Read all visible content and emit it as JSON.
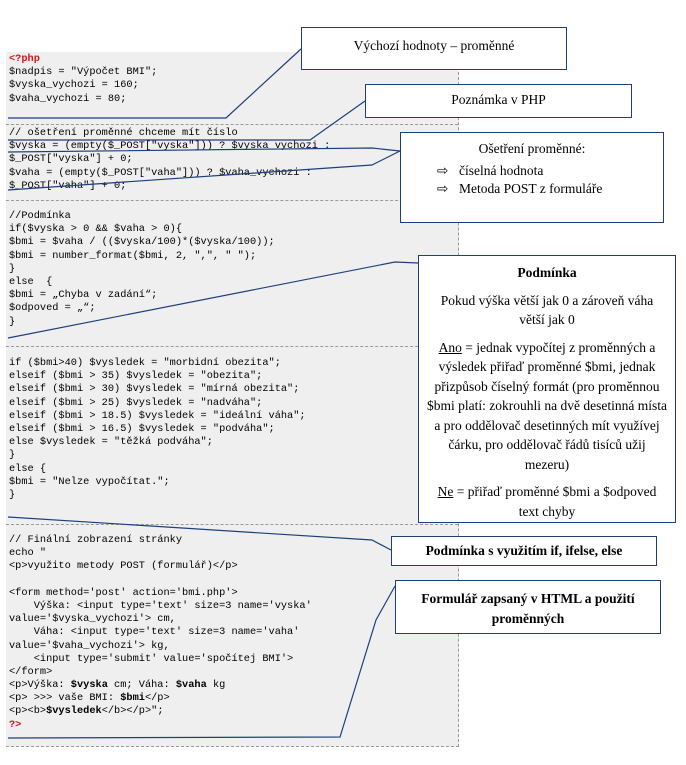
{
  "code": {
    "block1": [
      "<?php",
      "$nadpis = \"Výpočet BMI\";",
      "$vyska_vychozi = 160;",
      "$vaha_vychozi = 80;"
    ],
    "block2": [
      "// ošetření proměnné chceme mít číslo",
      "$vyska = (empty($_POST[\"vyska\"])) ? $vyska_vychozi :",
      "$_POST[\"vyska\"] + 0;",
      "$vaha = (empty($_POST[\"vaha\"])) ? $vaha_vychozi :",
      "$_POST[\"vaha\"] + 0;"
    ],
    "block3": [
      "//Podmínka",
      "if($vyska > 0 && $vaha > 0){",
      "$bmi = $vaha / (($vyska/100)*($vyska/100));",
      "$bmi = number_format($bmi, 2, \",\", \" \");",
      "}",
      "else  {",
      "$bmi = „Chyba v zadání“;",
      "$odpoved = „“;",
      "}"
    ],
    "block4": [
      "if ($bmi>40) $vysledek = \"morbidní obezita\";",
      "elseif ($bmi > 35) $vysledek = \"obezita\";",
      "elseif ($bmi > 30) $vysledek = \"mírná obezita\";",
      "elseif ($bmi > 25) $vysledek = \"nadváha\";",
      "elseif ($bmi > 18.5) $vysledek = \"ideální váha\";",
      "elseif ($bmi > 16.5) $vysledek = \"podváha\";",
      "else $vysledek = \"těžká podváha\";",
      "}",
      "else {",
      "$bmi = \"Nelze vypočítat.\";",
      "}"
    ],
    "block5": [
      "// Finální zobrazení stránky",
      "echo \"",
      "<p>využito metody POST (formulář)</p>",
      "",
      "<form method='post' action='bmi.php'>",
      "    Výška: <input type='text' size=3 name='vyska'",
      "value='$vyska_vychozi'> cm,",
      "    Váha: <input type='text' size=3 name='vaha'",
      "value='$vaha_vychozi'> kg,",
      "    <input type='submit' value='spočítej BMI'>",
      "</form>"
    ],
    "block5_bold_lines": {
      "l1_pre": "<p>Výška: ",
      "l1_b1": "$vyska",
      "l1_mid": " cm; Váha: ",
      "l1_b2": "$vaha",
      "l1_post": " kg",
      "l2_pre": "<p> >>> vaše BMI: ",
      "l2_b": "$bmi",
      "l2_post": "</p>",
      "l3_pre": "<p><b>",
      "l3_b": "$vysledek",
      "l3_post": "</b></p>\";"
    },
    "close_tag": "?>"
  },
  "callouts": {
    "defaults": {
      "title": "Výchozí hodnoty – proměnné"
    },
    "comment": {
      "title": "Poznámka v PHP"
    },
    "sanitize": {
      "title": "Ošetření proměnné:",
      "items": [
        "číselná hodnota",
        "Metoda POST z formuláře"
      ]
    },
    "condition": {
      "title": "Podmínka",
      "p1": "Pokud výška větší jak 0 a zároveň váha větší jak 0",
      "ano_label": "Ano",
      "ano_text": " = jednak vypočítej z proměnných a výsledek přiřaď proměnné $bmi, jednak přizpůsob číselný formát (pro proměnnou $bmi platí: zokrouhli na dvě desetinná místa a pro oddělovač desetinných mít využívej čárku, pro oddělovač řádů tisíců užij mezeru)",
      "ne_label": "Ne",
      "ne_text": " = přiřaď proměnné $bmi a $odpoved text chyby"
    },
    "ifelse": {
      "title": "Podmínka s využitím if, ifelse, else"
    },
    "form": {
      "title": "Formulář zapsaný v HTML a použití proměnných"
    }
  },
  "colors": {
    "php_tag": "#d01818",
    "border": "#1f3f7c",
    "panel": "#efefef"
  }
}
